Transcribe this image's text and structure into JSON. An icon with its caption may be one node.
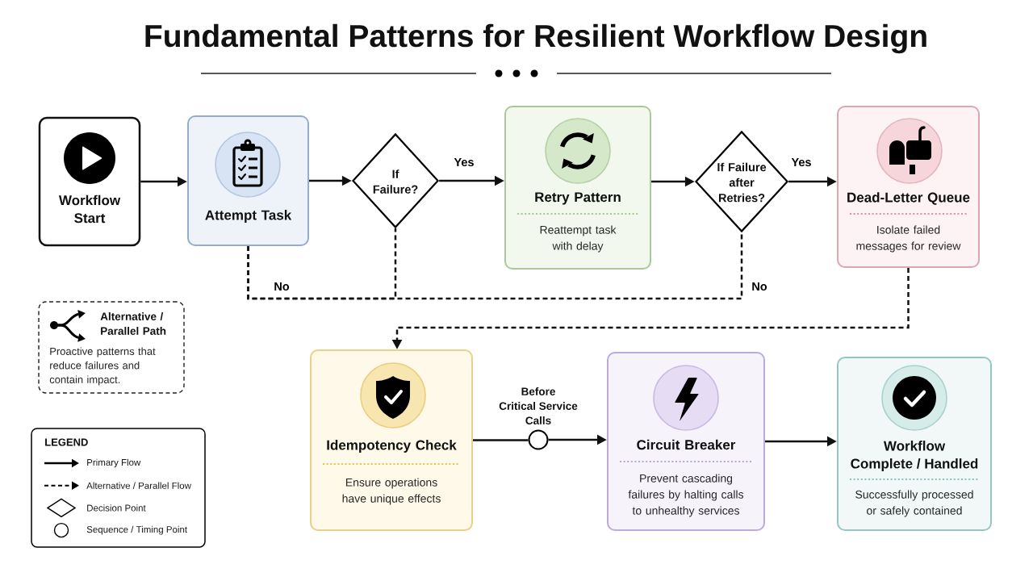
{
  "diagram": {
    "title": "Fundamental Patterns for Resilient Workflow Design",
    "nodes": [
      {
        "text": [
          "Workflow Start"
        ]
      },
      {
        "text": [
          "Attempt Task"
        ]
      },
      {
        "text": [
          "If Failure?"
        ]
      },
      {
        "text": [
          "Retry Pattern",
          "Reattempt task with delay"
        ]
      },
      {
        "text": [
          "If Failure after Retries?"
        ]
      },
      {
        "text": [
          "Dead-Letter Queue",
          "Isolate failed messages for review"
        ]
      },
      {
        "text": [
          "Alternative / Parallel Path",
          "Proactive patterns that reduce failures and contain impact."
        ]
      },
      {
        "text": [
          "Idempotency Check",
          "Ensure operations have unique effects"
        ]
      },
      {
        "text": [],
        "shape": "circle",
        "beside": [
          "Before Critical Service Calls"
        ]
      },
      {
        "text": [
          "Circuit Breaker",
          "Prevent cascading failures by halting calls to unhealthy services"
        ]
      },
      {
        "text": [
          "Workflow Complete / Handled",
          "Successfully processed or safely contained"
        ]
      }
    ],
    "edges": [
      {
        "from": 0,
        "to": 1,
        "arrow": "to"
      },
      {
        "from": 1,
        "to": 2,
        "arrow": "to"
      },
      {
        "from": 2,
        "to": 3,
        "arrow": "to",
        "label": "Yes"
      },
      {
        "from": 3,
        "to": 4,
        "arrow": "to"
      },
      {
        "from": 4,
        "to": 5,
        "arrow": "to",
        "label": "Yes"
      },
      {
        "from": 2,
        "to": 1,
        "arrow": "none",
        "label": "No",
        "style": "dashed"
      },
      {
        "from": 4,
        "to": 1,
        "arrow": "none",
        "label": "No",
        "style": "dashed"
      },
      {
        "from": 5,
        "to": 7,
        "arrow": "to",
        "style": "dashed"
      },
      {
        "from": 7,
        "to": 8,
        "arrow": "none"
      },
      {
        "from": 8,
        "to": 9,
        "arrow": "to"
      },
      {
        "from": 9,
        "to": 10,
        "arrow": "to"
      }
    ],
    "labels": [
      "LEGEND"
    ],
    "legend": [
      {
        "text": "Primary Flow"
      },
      {
        "text": "Alternative / Parallel Flow"
      },
      {
        "text": "Decision Point"
      },
      {
        "text": "Sequence / Timing Point"
      }
    ]
  }
}
